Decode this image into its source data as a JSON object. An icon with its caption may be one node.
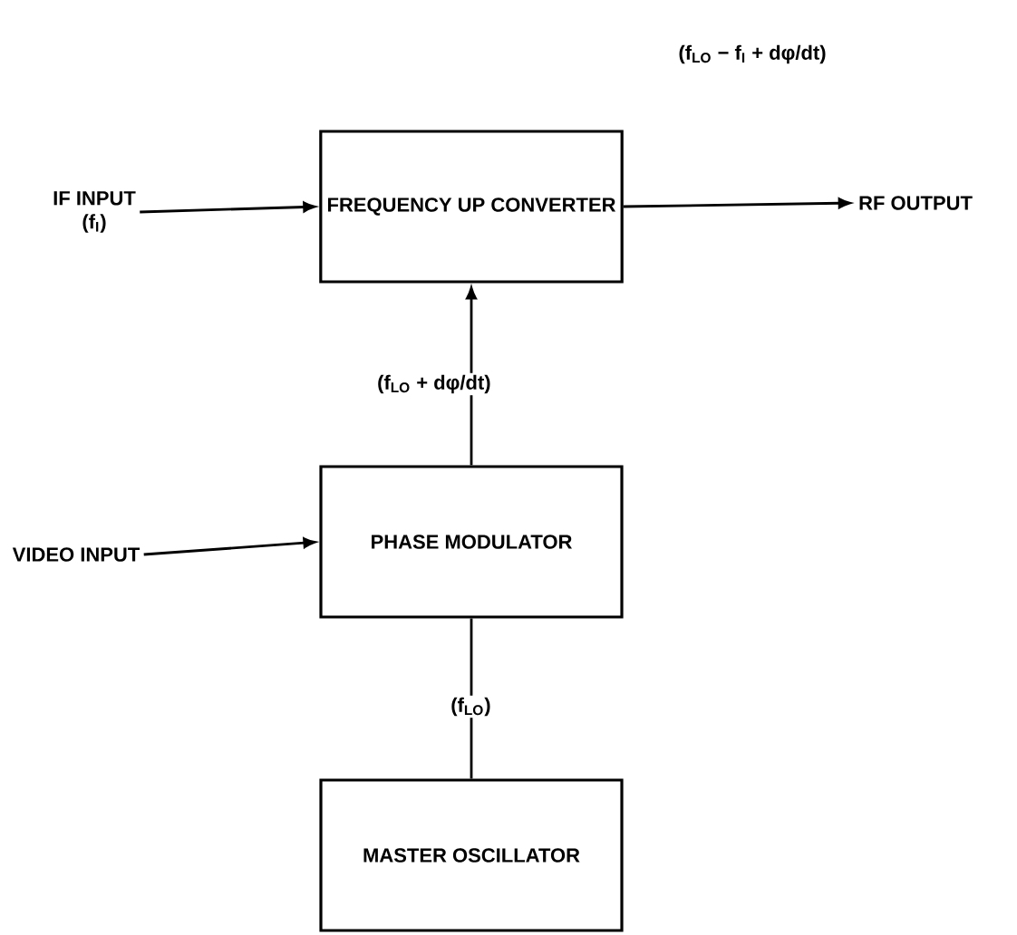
{
  "diagram": {
    "nodes": [
      {
        "text": [
          "IF INPUT",
          "(f$_{I}$)"
        ]
      },
      {
        "text": [
          "FREQUENCY UP CONVERTER"
        ]
      },
      {
        "text": [
          "RF OUTPUT"
        ]
      },
      {
        "text": [
          "VIDEO INPUT"
        ]
      },
      {
        "text": [
          "PHASE MODULATOR"
        ]
      },
      {
        "text": [
          "MASTER OSCILLATOR"
        ]
      }
    ],
    "edges": [
      {
        "from": 0,
        "to": 1,
        "arrow": "to"
      },
      {
        "from": 1,
        "to": 2,
        "arrow": "to"
      },
      {
        "from": 4,
        "to": 1,
        "arrow": "to",
        "label": "(f$_{LO}$ + dφ/dt)"
      },
      {
        "from": 3,
        "to": 4,
        "arrow": "to"
      },
      {
        "from": 5,
        "to": 4,
        "arrow": "none",
        "label": "(f$_{LO}$)"
      }
    ],
    "labels": [
      "(f$_{LO}$ − f$_{I}$ + dφ/dt)"
    ]
  }
}
